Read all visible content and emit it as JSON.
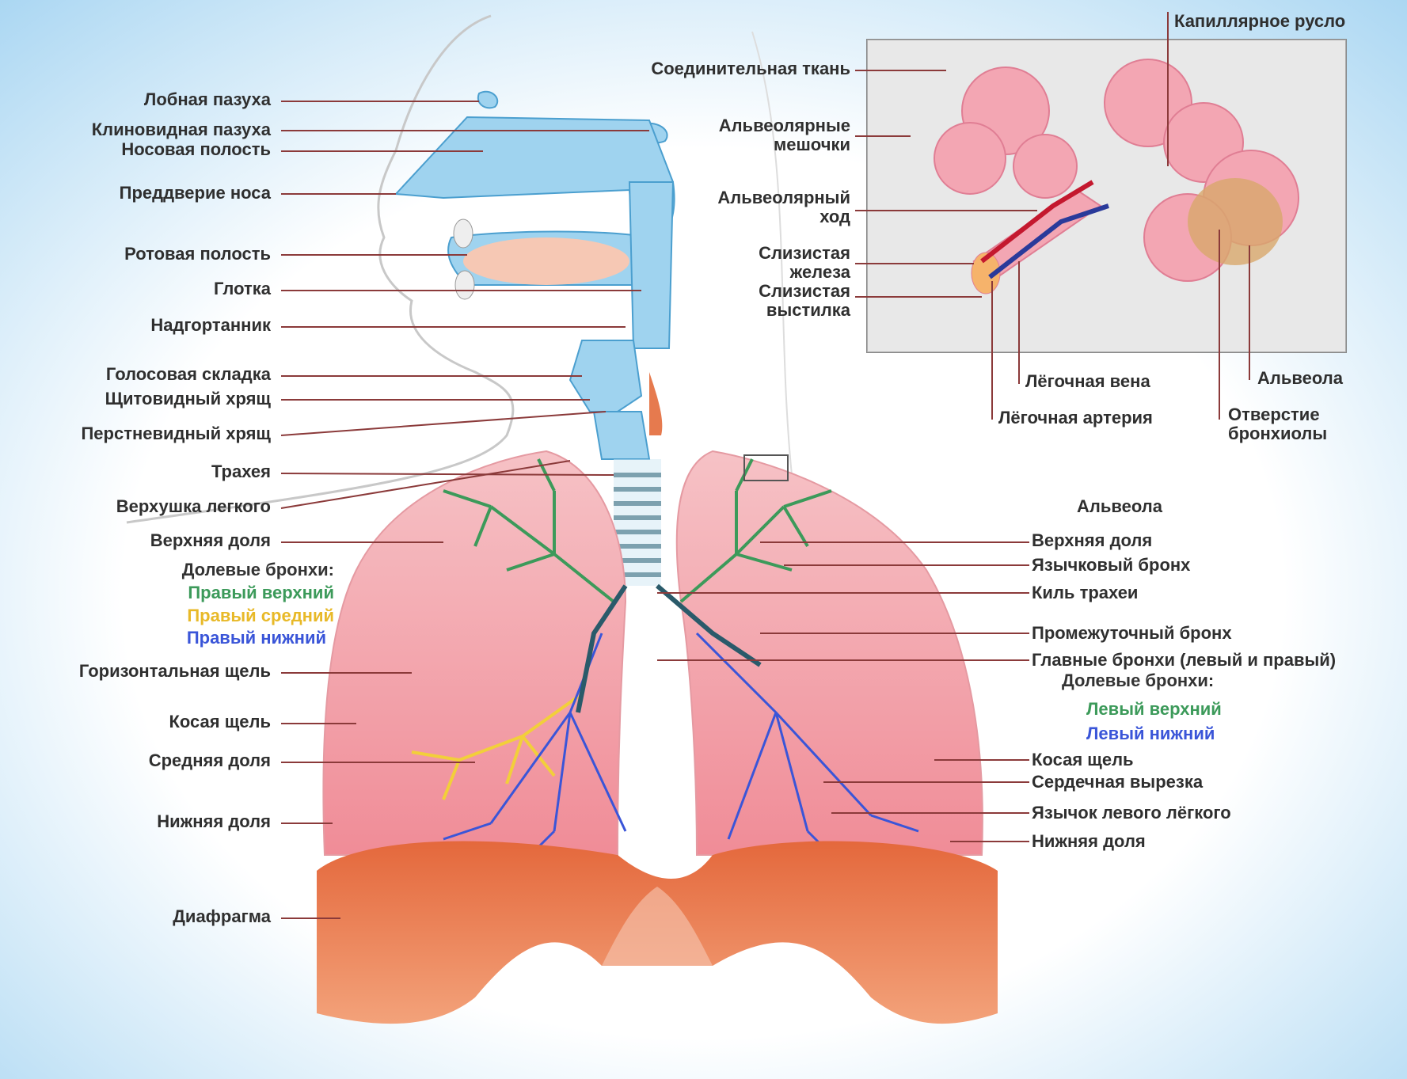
{
  "colors": {
    "background_center": "#ffffff",
    "background_edge": "#a9d6f2",
    "airway_blue": "#9fd3ef",
    "lung_pink": "#f2a5ac",
    "diaphragm_orange": "#e67a4e",
    "bronchi_green": "#3c9a5a",
    "bronchi_yellow": "#f2cf3a",
    "bronchi_blue": "#3a55d8",
    "label_line": "#8b3a3a"
  },
  "head_labels": {
    "frontal_sinus": "Лобная пазуха",
    "sphenoid_sinus": "Клиновидная пазуха",
    "nasal_cavity": "Носовая полость",
    "nasal_vestibule": "Преддверие носа",
    "oral_cavity": "Ротовая полость",
    "pharynx": "Глотка",
    "epiglottis": "Надгортанник",
    "vocal_fold": "Голосовая складка",
    "thyroid_cartilage": "Щитовидный хрящ",
    "cricoid_cartilage": "Перстневидный хрящ",
    "trachea": "Трахея",
    "lung_apex": "Верхушка легкого"
  },
  "right_lung_labels": {
    "upper_lobe": "Верхняя доля",
    "lobar_bronchi_header": "Долевые бронхи:",
    "right_upper": "Правый верхний",
    "right_middle": "Правый средний",
    "right_lower": "Правый нижний",
    "horizontal_fissure": "Горизонтальная щель",
    "oblique_fissure": "Косая щель",
    "middle_lobe": "Средняя доля",
    "lower_lobe": "Нижняя доля",
    "diaphragm": "Диафрагма"
  },
  "inset_labels": {
    "capillary_bed": "Капиллярное русло",
    "connective_tissue": "Соединительная ткань",
    "alveolar_sacs": "Альвеолярные\nмешочки",
    "alveolar_duct": "Альвеолярный\nход",
    "mucous_gland": "Слизистая\nжелеза",
    "mucous_lining": "Слизистая\nвыстилка",
    "pulmonary_vein": "Лёгочная вена",
    "pulmonary_artery": "Лёгочная артерия",
    "alveolus": "Альвеола",
    "bronchiole_opening": "Отверстие\nбронхиолы"
  },
  "left_lung_labels": {
    "alveolus": "Альвеола",
    "upper_lobe": "Верхняя доля",
    "lingular_bronchus": "Язычковый бронх",
    "carina": "Киль трахеи",
    "intermediate_bronchus": "Промежуточный бронх",
    "main_bronchi": "Главные бронхи (левый и правый)",
    "lobar_bronchi_header": "Долевые бронхи:",
    "left_upper": "Левый верхний",
    "left_lower": "Левый нижний",
    "oblique_fissure": "Косая щель",
    "cardiac_notch": "Сердечная вырезка",
    "lingula": "Язычок левого лёгкого",
    "lower_lobe": "Нижняя доля"
  }
}
